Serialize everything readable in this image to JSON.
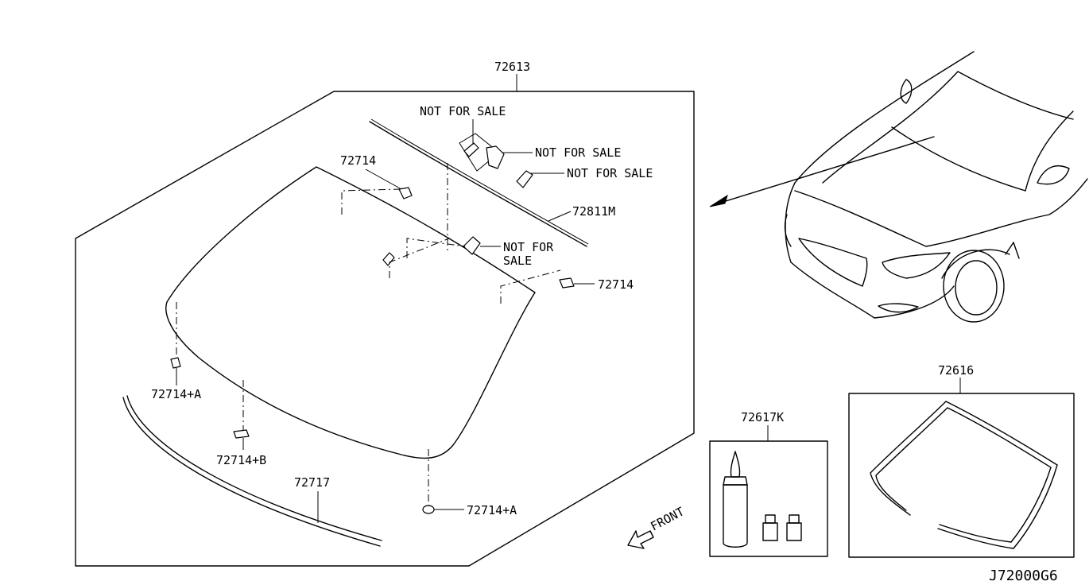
{
  "labels": {
    "assembly": "72613",
    "nfs_top": "NOT FOR SALE",
    "nfs_right1": "NOT FOR SALE",
    "nfs_right2": "NOT FOR SALE",
    "nfs_mid_line1": "NOT FOR",
    "nfs_mid_line2": "SALE",
    "p72714_top": "72714",
    "p72714_right": "72714",
    "p72811m": "72811M",
    "p72714a_left": "72714+A",
    "p72714b": "72714+B",
    "p72717": "72717",
    "p72714a_bottom": "72714+A",
    "p72617k": "72617K",
    "p72616": "72616",
    "front": "FRONT",
    "diagram_code": "J72000G6"
  }
}
